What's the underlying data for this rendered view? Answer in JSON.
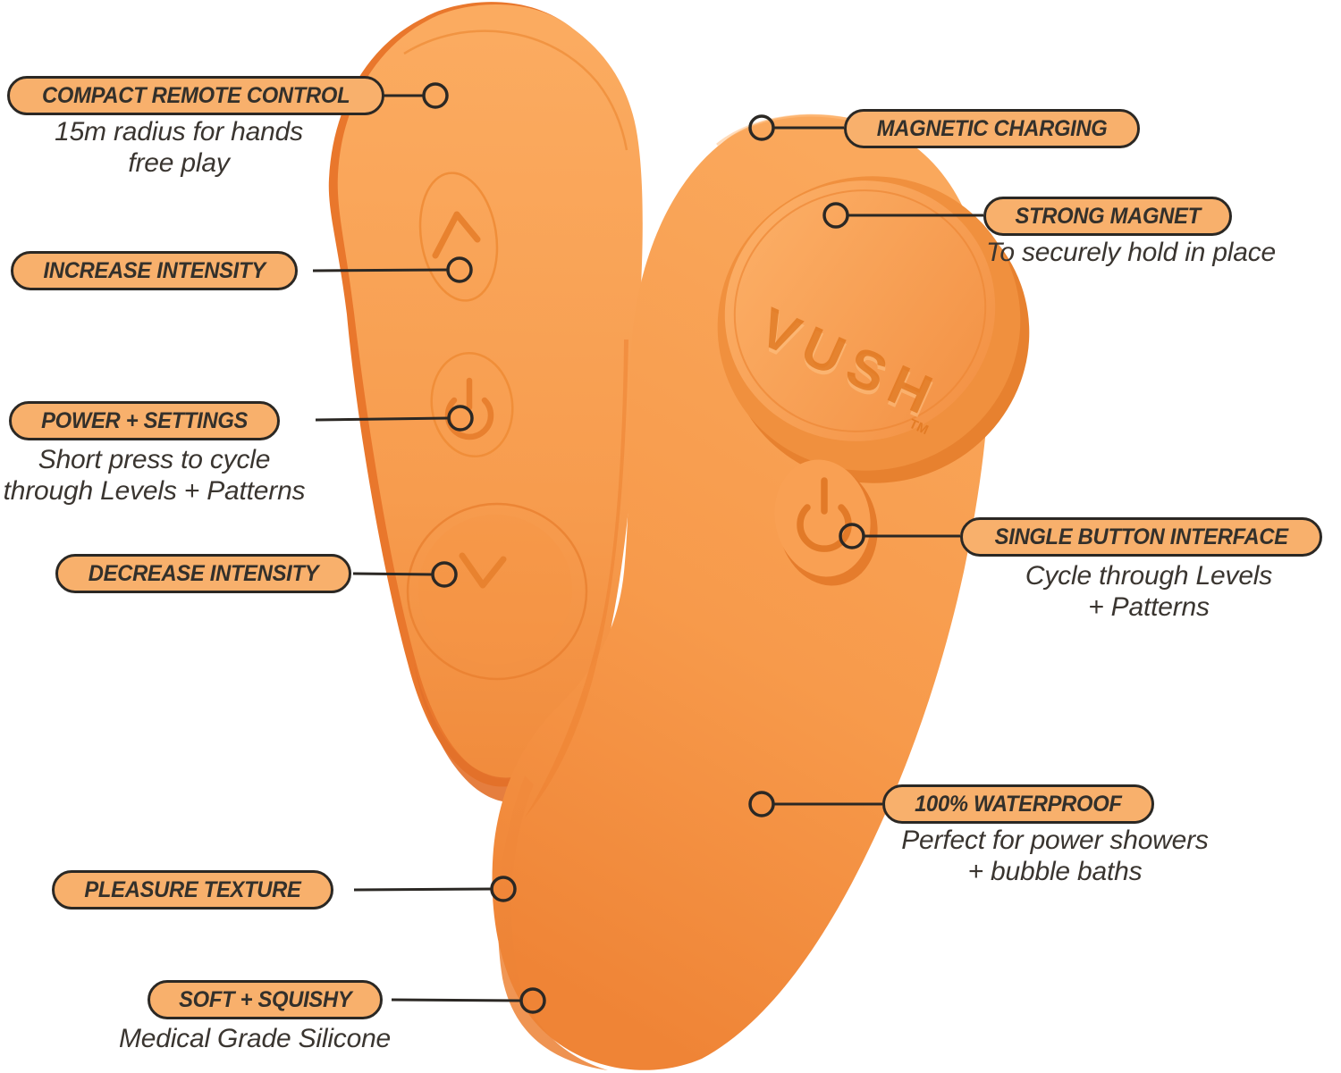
{
  "brand": {
    "logo": "VUSH",
    "tm": "TM"
  },
  "colors": {
    "background": "#ffffff",
    "pill_fill": "#f8b06c",
    "pill_border": "#2b2824",
    "pill_text": "#33302b",
    "subtitle_text": "#3a3530",
    "connector_line": "#2b2824",
    "device_light": "#fbab60",
    "device_mid": "#f79a4b",
    "device_deep": "#ee8132",
    "device_shadow": "#e06f28",
    "emboss_stroke": "#e8802f"
  },
  "callouts": [
    {
      "id": "compact-remote-control",
      "label": "COMPACT REMOTE CONTROL",
      "subtitle": "15m radius for hands\nfree play"
    },
    {
      "id": "increase-intensity",
      "label": "INCREASE INTENSITY",
      "subtitle": ""
    },
    {
      "id": "power-settings",
      "label": "POWER + SETTINGS",
      "subtitle": "Short press to cycle\nthrough Levels + Patterns"
    },
    {
      "id": "decrease-intensity",
      "label": "DECREASE INTENSITY",
      "subtitle": ""
    },
    {
      "id": "pleasure-texture",
      "label": "PLEASURE TEXTURE",
      "subtitle": ""
    },
    {
      "id": "soft-squishy",
      "label": "SOFT + SQUISHY",
      "subtitle": "Medical Grade Silicone"
    },
    {
      "id": "magnetic-charging",
      "label": "MAGNETIC CHARGING",
      "subtitle": ""
    },
    {
      "id": "strong-magnet",
      "label": "STRONG MAGNET",
      "subtitle": "To securely hold in place"
    },
    {
      "id": "single-button-interface",
      "label": "SINGLE BUTTON INTERFACE",
      "subtitle": "Cycle through Levels\n+ Patterns"
    },
    {
      "id": "waterproof",
      "label": "100% WATERPROOF",
      "subtitle": "Perfect for power showers\n+ bubble baths"
    }
  ]
}
